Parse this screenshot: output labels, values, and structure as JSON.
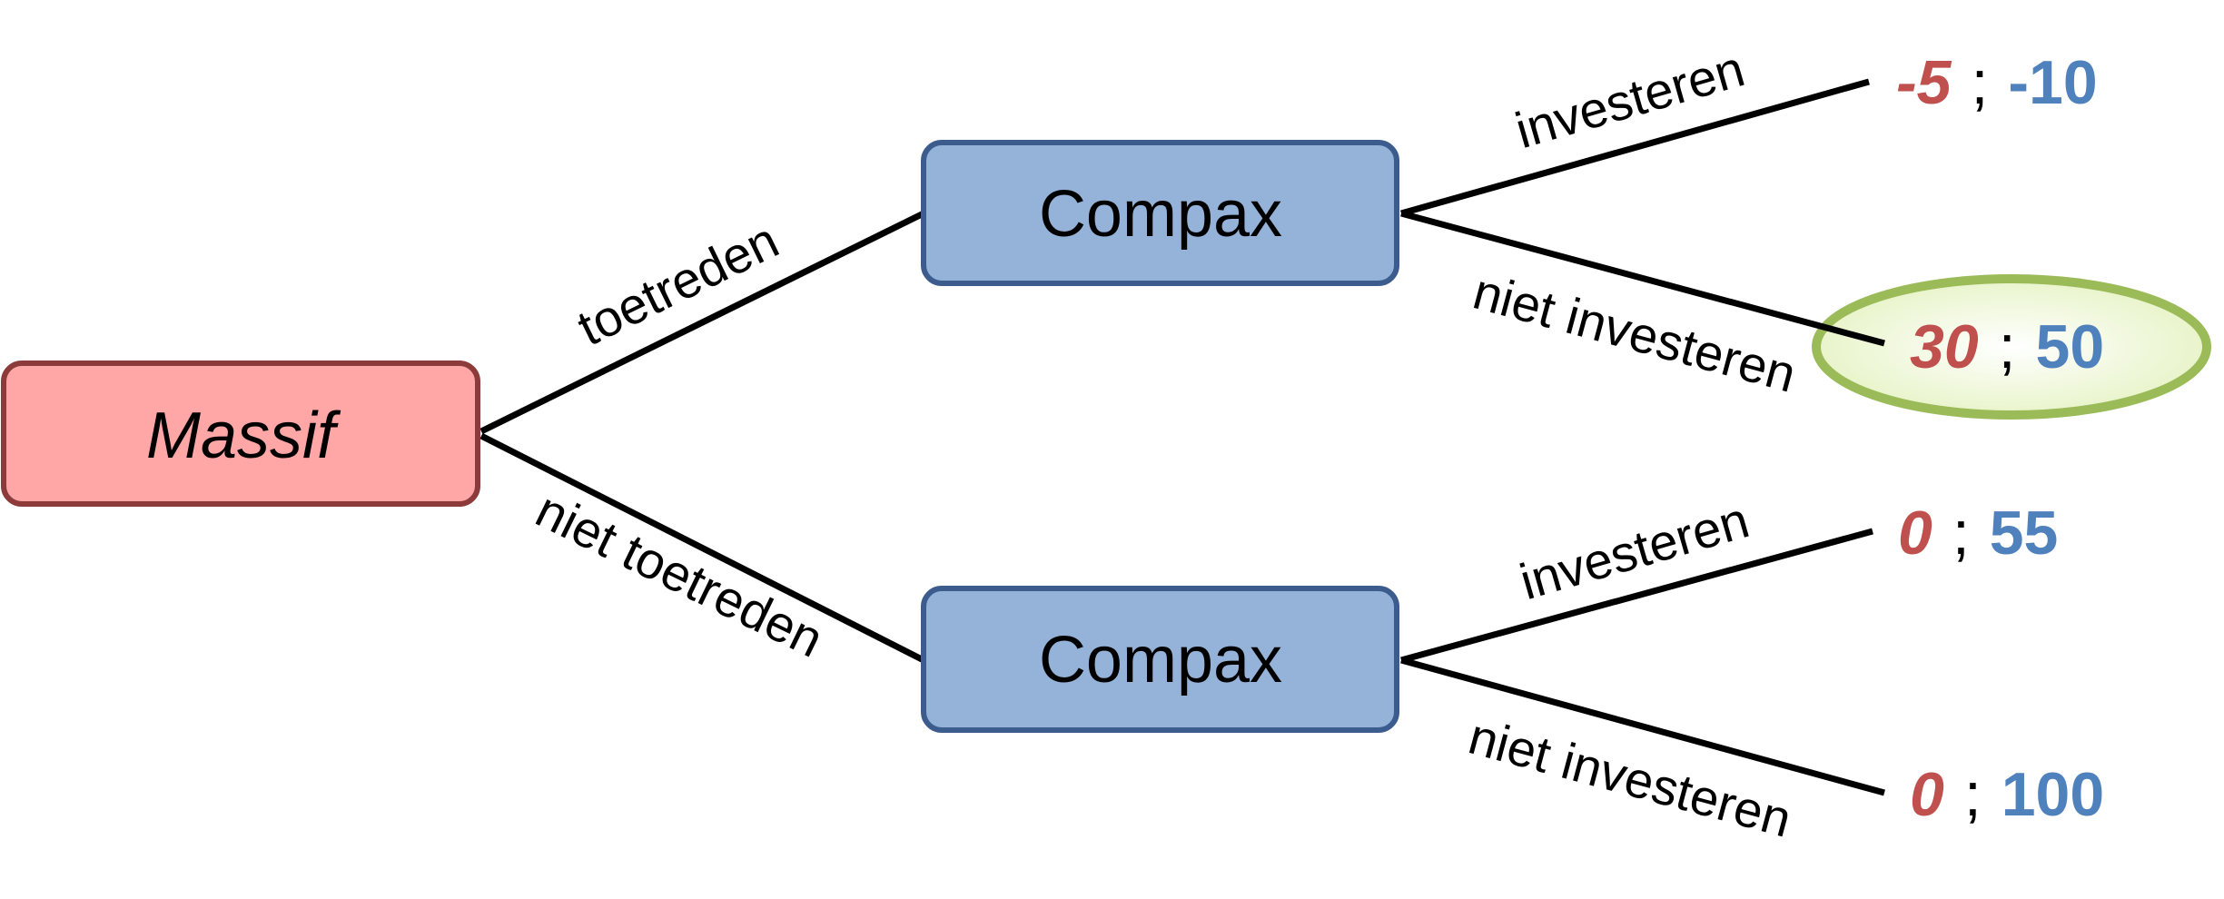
{
  "nodes": {
    "root": {
      "label": "Massif",
      "fill": "#ffa7a6",
      "stroke": "#8c3a3a"
    },
    "upper": {
      "label": "Compax",
      "fill": "#95b2d8",
      "stroke": "#3b5c8c"
    },
    "lower": {
      "label": "Compax",
      "fill": "#95b2d8",
      "stroke": "#3b5c8c"
    }
  },
  "edges": {
    "root_upper": "toetreden",
    "root_lower": "niet toetreden",
    "upper_1": "investeren",
    "upper_2": "niet investeren",
    "lower_1": "investeren",
    "lower_2": "niet investeren"
  },
  "payoffs": [
    {
      "massif": "-5",
      "sep": ";",
      "compax": "-10",
      "highlighted": false
    },
    {
      "massif": "30",
      "sep": ";",
      "compax": "50",
      "highlighted": true
    },
    {
      "massif": "0",
      "sep": ";",
      "compax": "55",
      "highlighted": false
    },
    {
      "massif": "0",
      "sep": ";",
      "compax": "100",
      "highlighted": false
    }
  ],
  "colors": {
    "massif_payoff": "#c0504d",
    "compax_payoff": "#4f81bd",
    "highlight_fill": "#eaf5c9",
    "highlight_stroke": "#9bbb59",
    "line": "#000000"
  }
}
